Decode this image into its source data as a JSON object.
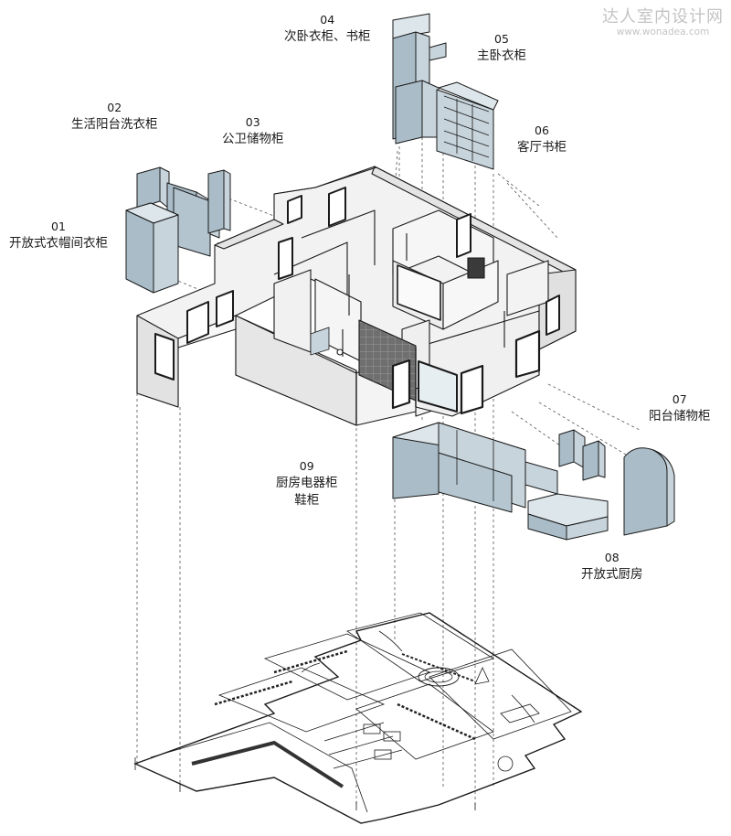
{
  "watermark": {
    "title": "达人室内设计网",
    "url": "www.wonadea.com"
  },
  "labels": [
    {
      "id": "01",
      "name": "开放式衣帽间衣柜"
    },
    {
      "id": "02",
      "name": "生活阳台洗衣柜"
    },
    {
      "id": "03",
      "name": "公卫储物柜"
    },
    {
      "id": "04",
      "name": "次卧衣柜、书柜"
    },
    {
      "id": "05",
      "name": "主卧衣柜"
    },
    {
      "id": "06",
      "name": "客厅书柜"
    },
    {
      "id": "07",
      "name": "阳台储物柜"
    },
    {
      "id": "08",
      "name": "开放式厨房"
    },
    {
      "id": "09",
      "name": "厨房电器柜",
      "name2": "鞋柜"
    }
  ],
  "colors": {
    "cabinet_front": "#a9bcc7",
    "cabinet_side": "#c7d4dc",
    "cabinet_top": "#dde6eb",
    "wall_face": "#eeeeee",
    "wall_side": "#dadada",
    "wall_top": "#f7f7f7",
    "line": "#1a1a1a",
    "dashed": "#555555",
    "watermark": "#c4c4c4"
  }
}
